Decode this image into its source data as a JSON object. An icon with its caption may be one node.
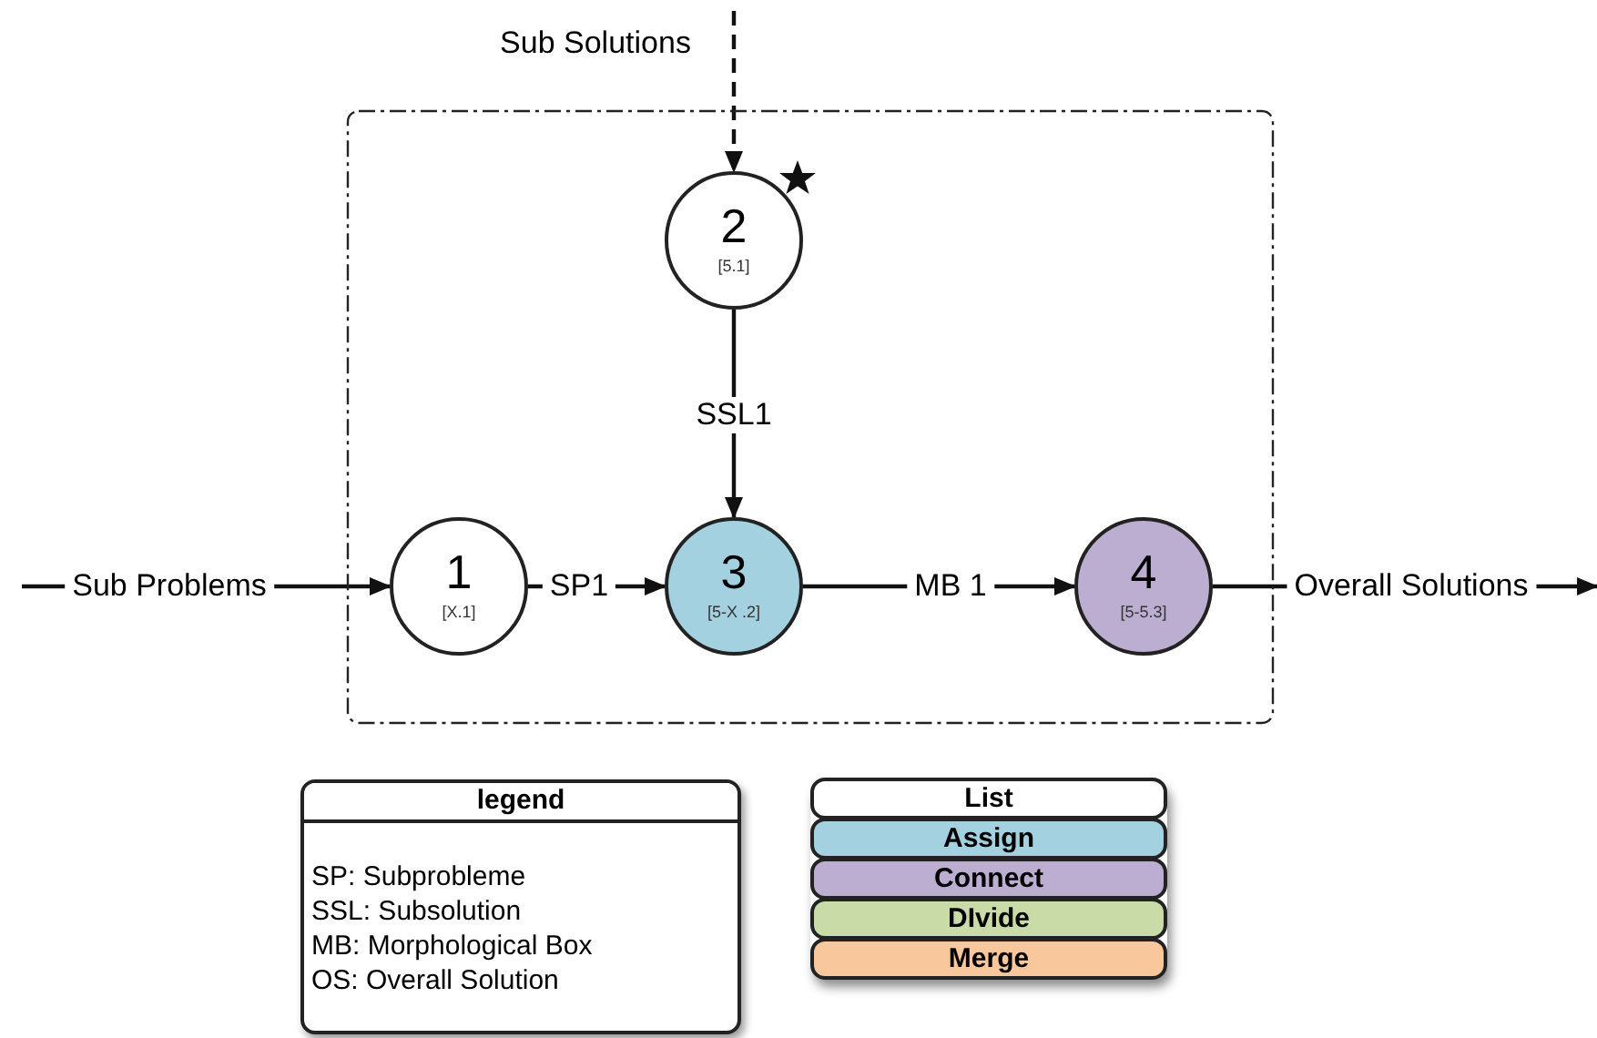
{
  "diagram": {
    "nodes": [
      {
        "text": [],
        "shape": "box"
      },
      {
        "text": [
          "1",
          "[X.1]"
        ],
        "in": 0
      },
      {
        "text": [
          "2",
          "[5.1]"
        ],
        "in": 0
      },
      {
        "text": [
          "3",
          "[5-X .2]"
        ],
        "in": 0
      },
      {
        "text": [
          "4",
          "[5-5.3]"
        ],
        "in": 0
      },
      {
        "text": [
          "legend",
          "SP: Subprobleme",
          "SSL: Subsolution",
          "MB: Morphological Box",
          "OS: Overall Solution"
        ]
      }
    ],
    "edges": [
      {
        "from": null,
        "to": 1,
        "arrow": "to",
        "label": "Sub Problems"
      },
      {
        "from": null,
        "to": 2,
        "arrow": "to",
        "label": "Sub Solutions",
        "style": "dashed"
      },
      {
        "from": 2,
        "to": 3,
        "arrow": "to",
        "label": "SSL1"
      },
      {
        "from": 1,
        "to": 3,
        "arrow": "to",
        "label": "SP1"
      },
      {
        "from": 3,
        "to": 4,
        "arrow": "to",
        "label": "MB 1"
      },
      {
        "from": 4,
        "to": null,
        "arrow": "to",
        "label": "Overall Solutions"
      }
    ],
    "legend": [
      {
        "text": "List",
        "color": "#ffffff"
      },
      {
        "text": "Assign",
        "color": "#a3d1e0"
      },
      {
        "text": "Connect",
        "color": "#bcaed0"
      },
      {
        "text": "DIvide",
        "color": "#c9dca7"
      },
      {
        "text": "Merge",
        "color": "#f8c89c"
      }
    ]
  }
}
